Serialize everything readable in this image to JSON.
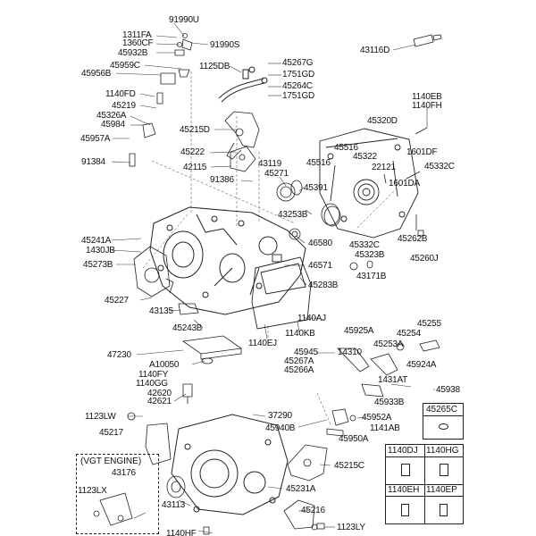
{
  "labels": {
    "p91990U": "91990U",
    "p1311FA": "1311FA",
    "p1360CF": "1360CF",
    "p91990S": "91990S",
    "p45932B": "45932B",
    "p43116D": "43116D",
    "p45956B": "45956B",
    "p45959C": "45959C",
    "p1125DB": "1125DB",
    "p45267G": "45267G",
    "p1751GD_a": "1751GD",
    "p45264C": "45264C",
    "p1751GD_b": "1751GD",
    "p1140FD": "1140FD",
    "p45219": "45219",
    "p45326A": "45326A",
    "p45984": "45984",
    "p45957A": "45957A",
    "p1140EB": "1140EB",
    "p1140FH": "1140FH",
    "p45320D": "45320D",
    "p45215D": "45215D",
    "p45516_a": "45516",
    "p45516_b": "45516",
    "p45322": "45322",
    "p1601DF": "1601DF",
    "p45222": "45222",
    "p43119": "43119",
    "p22121": "22121",
    "p45332C_a": "45332C",
    "p42115": "42115",
    "p45271": "45271",
    "p91384": "91384",
    "p91386": "91386",
    "p45391": "45391",
    "p1601DA": "1601DA",
    "p43253B": "43253B",
    "p45241A": "45241A",
    "p1430JB": "1430JB",
    "p45273B": "45273B",
    "p46580": "46580",
    "p45332C_b": "45332C",
    "p45262B": "45262B",
    "p45323B": "45323B",
    "p45260J": "45260J",
    "p46571": "46571",
    "p43171B": "43171B",
    "p45283B": "45283B",
    "p45227": "45227",
    "p43135": "43135",
    "p1140AJ": "1140AJ",
    "p45243B": "45243B",
    "p1140KB": "1140KB",
    "p45925A": "45925A",
    "p45255": "45255",
    "p45254": "45254",
    "p45253A": "45253A",
    "p1140EJ": "1140EJ",
    "p47230": "47230",
    "p45945": "45945",
    "p14310": "14310",
    "p45267A": "45267A",
    "p45924A": "45924A",
    "pA10050": "A10050",
    "p45266A": "45266A",
    "p1140FY": "1140FY",
    "p1431AT": "1431AT",
    "p1140GG": "1140GG",
    "p45938": "45938",
    "p42620": "42620",
    "p42621": "42621",
    "p45933B": "45933B",
    "p1123LW": "1123LW",
    "p37290": "37290",
    "p45952A": "45952A",
    "p45217": "45217",
    "p45940B": "45940B",
    "p1141AB": "1141AB",
    "p45950A": "45950A",
    "p45215C": "45215C",
    "p43176": "43176",
    "p1123LX": "1123LX",
    "p43113": "43113",
    "p45231A": "45231A",
    "p45216": "45216",
    "p1140HF": "1140HF",
    "p1123LY": "1123LY"
  },
  "vgt_box": {
    "title": "(VGT ENGINE)"
  },
  "parts_table": {
    "cells": [
      "45265C",
      "1140DJ",
      "1140HG",
      "1140EH",
      "1140EP"
    ]
  }
}
